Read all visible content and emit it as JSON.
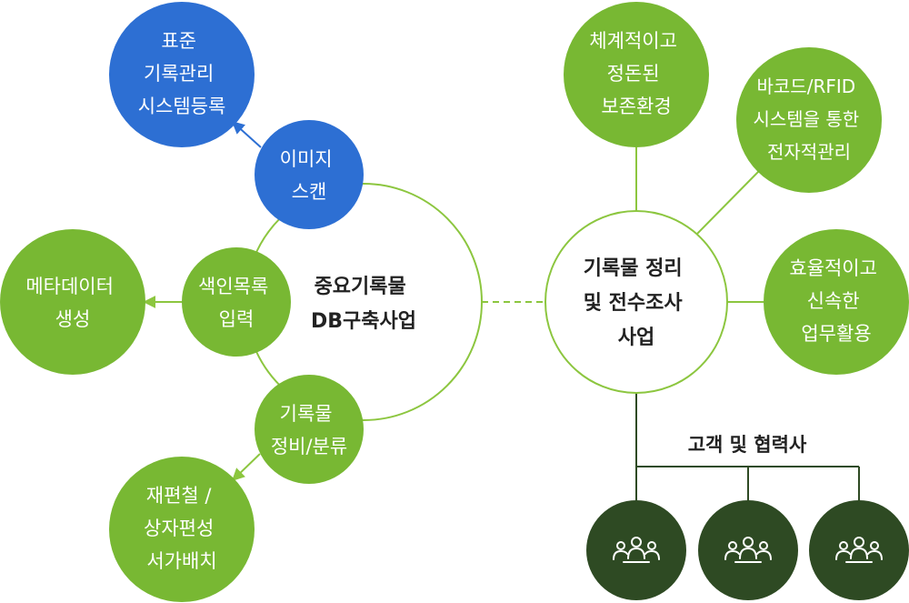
{
  "colors": {
    "blue": "#2d6fd3",
    "green": "#78b833",
    "dark_green": "#2e4a23",
    "line_green": "#8cc63f",
    "line_blue": "#2d6fd3",
    "text_dark": "#222222",
    "white": "#ffffff"
  },
  "left_hub": {
    "lines": [
      "중요기록물",
      "DB구축사업"
    ]
  },
  "right_hub": {
    "lines": [
      "기록물 정리",
      "및 전수조사",
      "사업"
    ]
  },
  "left_nodes": {
    "image_scan": {
      "lines": [
        "이미지",
        "스캔"
      ],
      "color": "blue"
    },
    "index_input": {
      "lines": [
        "색인목록",
        "입력"
      ],
      "color": "green"
    },
    "records_arrange": {
      "lines": [
        "기록물",
        "정비/분류"
      ],
      "color": "green"
    },
    "standard_system": {
      "lines": [
        "표준",
        "기록관리",
        "시스템등록"
      ],
      "color": "blue"
    },
    "metadata": {
      "lines": [
        "메타데이터",
        "생성"
      ],
      "color": "green"
    },
    "rebinding": {
      "lines": [
        "재편철 /",
        "상자편성",
        "서가배치"
      ],
      "color": "green"
    }
  },
  "right_nodes": {
    "preservation": {
      "lines": [
        "체계적이고",
        "정돈된",
        "보존환경"
      ],
      "color": "green"
    },
    "barcode": {
      "lines": [
        "바코드/RFID",
        "시스템을 통한",
        "전자적관리"
      ],
      "color": "green"
    },
    "efficiency": {
      "lines": [
        "효율적이고",
        "신속한",
        "업무활용"
      ],
      "color": "green"
    }
  },
  "partners": {
    "label": "고객 및 협력사",
    "icon": "people-group-icon",
    "count_shown": 3
  }
}
